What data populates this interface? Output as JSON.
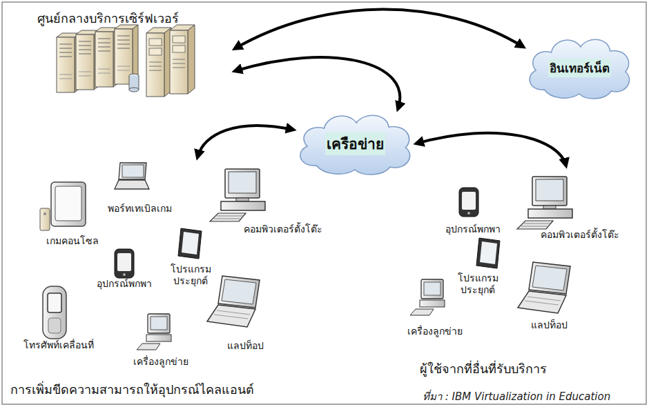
{
  "diagram": {
    "caption": "ที่มา : IBM Virtualization in Education",
    "nodes": [
      {
        "text": [
          "ศูนย์กลางบริการเซิร์ฟเวอร์"
        ]
      },
      {
        "text": [
          "อินเทอร์เน็ต"
        ]
      },
      {
        "text": [
          "เครือข่าย"
        ]
      },
      {
        "text": [
          "การเพิ่มขีดความสามารถให้อุปกรณ์ไคลแอนต์"
        ]
      },
      {
        "text": [
          "พอร์ทเทเบิลเกม"
        ],
        "in": 3
      },
      {
        "text": [
          "คอมพิวเตอร์ตั้งโต๊ะ"
        ],
        "in": 3
      },
      {
        "text": [
          "เกมคอนโซล"
        ],
        "in": 3
      },
      {
        "text": [
          "โปรแกรม ประยุกต์"
        ],
        "in": 3
      },
      {
        "text": [
          "อุปกรณ์พกพา"
        ],
        "in": 3
      },
      {
        "text": [
          "แลปท็อป"
        ],
        "in": 3
      },
      {
        "text": [
          "โทรศัพท์เคลื่อนที่"
        ],
        "in": 3
      },
      {
        "text": [
          "เครื่องลูกข่าย"
        ],
        "in": 3
      },
      {
        "text": [
          "ผู้ใช้จากที่อื่นที่รับบริการ"
        ]
      },
      {
        "text": [
          "คอมพิวเตอร์ตั้งโต๊ะ"
        ],
        "in": 12
      },
      {
        "text": [
          "อุปกรณ์พกพา"
        ],
        "in": 12
      },
      {
        "text": [
          "โปรแกรม ประยุกต์"
        ],
        "in": 12
      },
      {
        "text": [
          "แลปท็อป"
        ],
        "in": 12
      },
      {
        "text": [
          "เครื่องลูกข่าย"
        ],
        "in": 12
      }
    ],
    "edges": [
      {
        "from": 0,
        "to": 1,
        "arrow": "both"
      },
      {
        "from": 0,
        "to": 2,
        "arrow": "both"
      },
      {
        "from": 2,
        "to": 3,
        "arrow": "both"
      },
      {
        "from": 2,
        "to": 12,
        "arrow": "both"
      }
    ]
  }
}
